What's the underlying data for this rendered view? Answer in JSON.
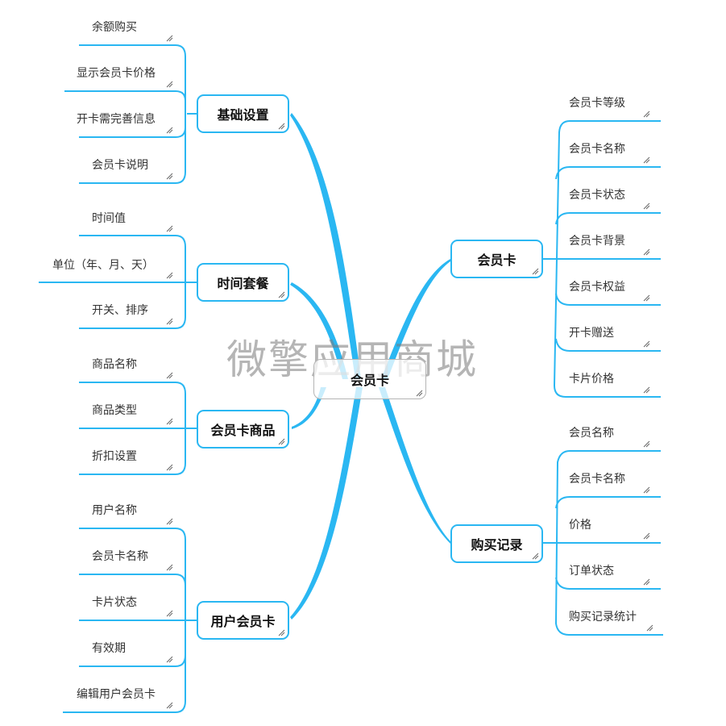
{
  "colors": {
    "branch": "#2ab7f2",
    "root_border": "#b4b4b4",
    "text": "#333333"
  },
  "watermark": "微擎应用商城",
  "root": {
    "label": "会员卡"
  },
  "branches": [
    {
      "label": "基础设置",
      "side": "left",
      "children": [
        "余额购买",
        "显示会员卡价格",
        "开卡需完善信息",
        "会员卡说明"
      ]
    },
    {
      "label": "时间套餐",
      "side": "left",
      "children": [
        "时间值",
        "单位（年、月、天）",
        "开关、排序"
      ]
    },
    {
      "label": "会员卡商品",
      "side": "left",
      "children": [
        "商品名称",
        "商品类型",
        "折扣设置"
      ]
    },
    {
      "label": "用户会员卡",
      "side": "left",
      "children": [
        "用户名称",
        "会员卡名称",
        "卡片状态",
        "有效期",
        "编辑用户会员卡"
      ]
    },
    {
      "label": "会员卡",
      "side": "right",
      "children": [
        "会员卡等级",
        "会员卡名称",
        "会员卡状态",
        "会员卡背景",
        "会员卡权益",
        "开卡赠送",
        "卡片价格"
      ]
    },
    {
      "label": "购买记录",
      "side": "right",
      "children": [
        "会员名称",
        "会员卡名称",
        "价格",
        "订单状态",
        "购买记录统计"
      ]
    }
  ]
}
